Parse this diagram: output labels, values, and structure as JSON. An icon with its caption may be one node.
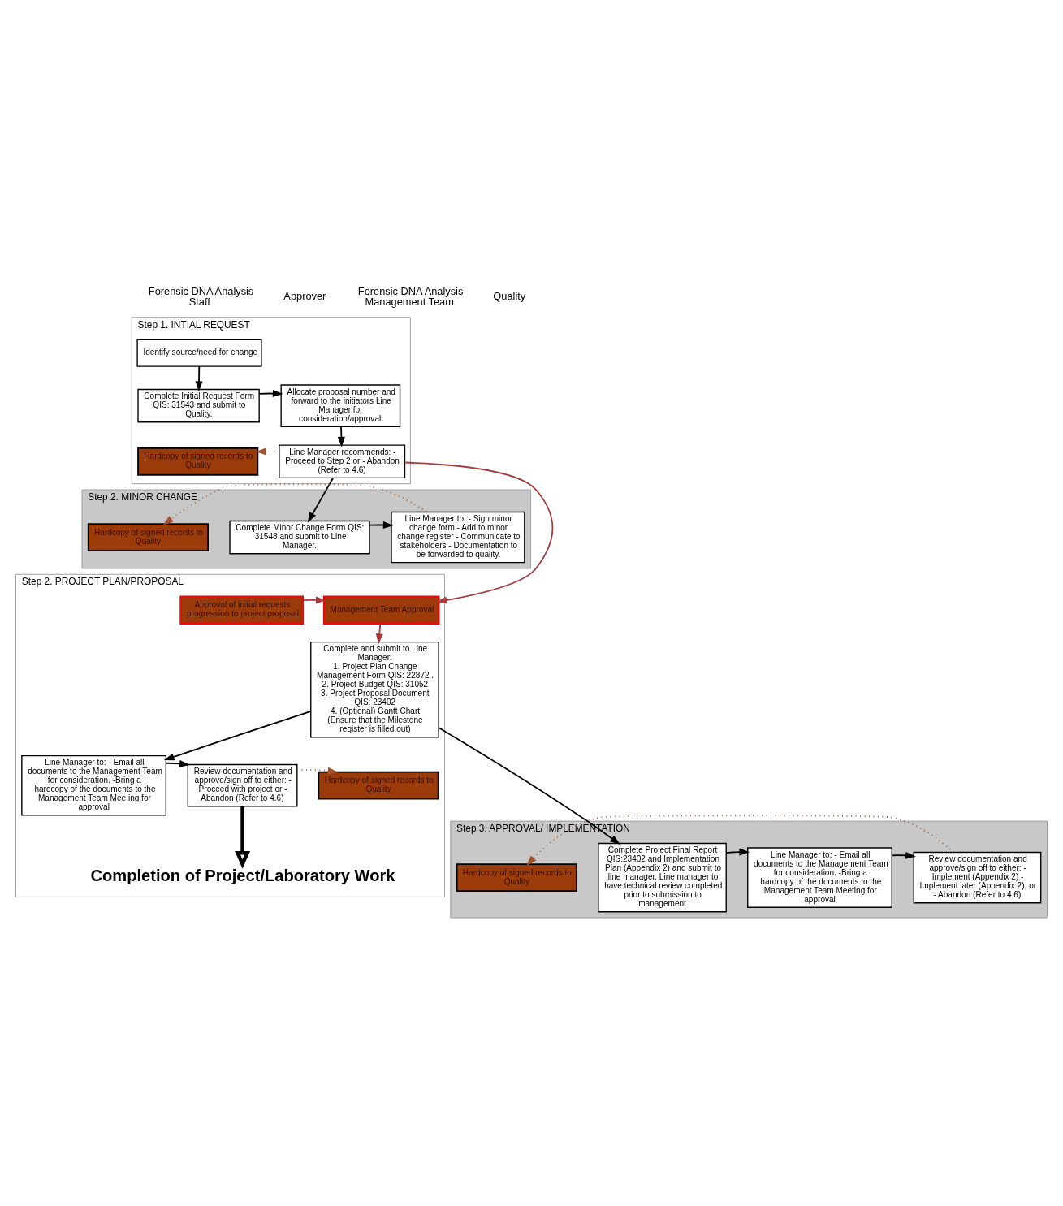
{
  "diagram": {
    "nodes": [
      {
        "text": [
          "Step 1. INTIAL REQUEST"
        ]
      },
      {
        "text": [
          "Identify source/need for change"
        ],
        "in": 0
      },
      {
        "text": [
          "Complete Initial Request Form QIS: 31543 and submit to Quality."
        ],
        "in": 0
      },
      {
        "text": [
          "Allocate proposal number and forward to the initiators Line Manager for consideration/approval."
        ],
        "in": 0
      },
      {
        "text": [
          "Line Manager recommends: - Proceed to Step 2 or - Abandon (Refer to 4.6)"
        ],
        "in": 0
      },
      {
        "text": [
          "Hardcopy of signed records to Quality"
        ],
        "in": 0
      },
      {
        "text": [
          "Step 2. MINOR CHANGE"
        ]
      },
      {
        "text": [
          "Complete Minor Change Form QIS: 31548 and submit to Line Manager."
        ],
        "in": 6
      },
      {
        "text": [
          "Line Manager to: - Sign minor change form - Add to minor change register - Communicate to stakeholders - Documentation to be forwarded to quality."
        ],
        "in": 6
      },
      {
        "text": [
          "Hardcopy of signed records to Quality"
        ],
        "in": 6
      },
      {
        "text": [
          "Step 2. PROJECT PLAN/PROPOSAL"
        ]
      },
      {
        "text": [
          "Management Team Approval"
        ],
        "in": 10
      },
      {
        "text": [
          "Approval of initial requests progression to project proposal"
        ],
        "in": 10
      },
      {
        "text": [
          "Complete and submit to Line Manager:",
          "1. Project Plan Change Management Form QIS: 22872 .",
          "2. Project Budget QIS: 31052",
          "3. Project Proposal Document QIS: 23402",
          "4. (Optional) Gantt Chart",
          "(Ensure that the Milestone register is filled out)"
        ],
        "in": 10
      },
      {
        "text": [
          "Line Manager to: - Email all documents to the Management Team for consideration. -Bring a hardcopy of the documents to the Management Team Mee ing for approval"
        ],
        "in": 10
      },
      {
        "text": [
          "Review documentation and approve/sign off to either: - Proceed with project or - Abandon (Refer to 4.6)"
        ],
        "in": 10
      },
      {
        "text": [
          "Hardcopy of signed records to Quality"
        ],
        "in": 10
      },
      {
        "text": [
          "Completion of Project/Laboratory Work"
        ],
        "in": 10
      },
      {
        "text": [
          "Step 3. APPROVAL/ IMPLEMENTATION"
        ]
      },
      {
        "text": [
          "Complete Project Final Report QIS:23402 and Implementation Plan (Appendix 2) and submit to line manager. Line manager to have technical review completed prior to submission to management"
        ],
        "in": 18
      },
      {
        "text": [
          "Line Manager to: - Email all documents to the Management Team for consideration. -Bring a hardcopy of the documents to the Management Team Meeting for approval"
        ],
        "in": 18
      },
      {
        "text": [
          "Review documentation and approve/sign off to either: - Implement (Appendix 2) - Implement later (Appendix 2), or - Abandon (Refer to 4.6)"
        ],
        "in": 18
      },
      {
        "text": [
          "Hardcopy of signed records to Quality"
        ],
        "in": 18
      }
    ],
    "edges": [
      {
        "from": 1,
        "to": 2,
        "arrow": "to"
      },
      {
        "from": 2,
        "to": 3,
        "arrow": "to"
      },
      {
        "from": 3,
        "to": 4,
        "arrow": "to"
      },
      {
        "from": 4,
        "to": 5,
        "arrow": "to",
        "style": "dashed",
        "color": "#a0522d"
      },
      {
        "from": 4,
        "to": 7,
        "arrow": "to"
      },
      {
        "from": 4,
        "to": 11,
        "arrow": "to",
        "color": "#a83c3c"
      },
      {
        "from": 7,
        "to": 8,
        "arrow": "to"
      },
      {
        "from": 8,
        "to": 9,
        "arrow": "to",
        "style": "dashed",
        "color": "#a0522d"
      },
      {
        "from": 12,
        "to": 11,
        "arrow": "to",
        "color": "#a83c3c"
      },
      {
        "from": 11,
        "to": 13,
        "arrow": "to",
        "color": "#a83c3c"
      },
      {
        "from": 13,
        "to": 14,
        "arrow": "to"
      },
      {
        "from": 14,
        "to": 15,
        "arrow": "to"
      },
      {
        "from": 15,
        "to": 16,
        "arrow": "to",
        "style": "dashed",
        "color": "#a0522d"
      },
      {
        "from": 15,
        "to": 17,
        "arrow": "to",
        "style": "thick"
      },
      {
        "from": 13,
        "to": 19,
        "arrow": "to"
      },
      {
        "from": 19,
        "to": 20,
        "arrow": "to"
      },
      {
        "from": 20,
        "to": 21,
        "arrow": "to"
      },
      {
        "from": 21,
        "to": 22,
        "arrow": "to",
        "style": "dashed",
        "color": "#a0522d"
      }
    ],
    "labels": [
      "Forensic DNA Analysis Staff",
      "Approver",
      "Forensic DNA Analysis  Management Team",
      "Quality"
    ]
  }
}
